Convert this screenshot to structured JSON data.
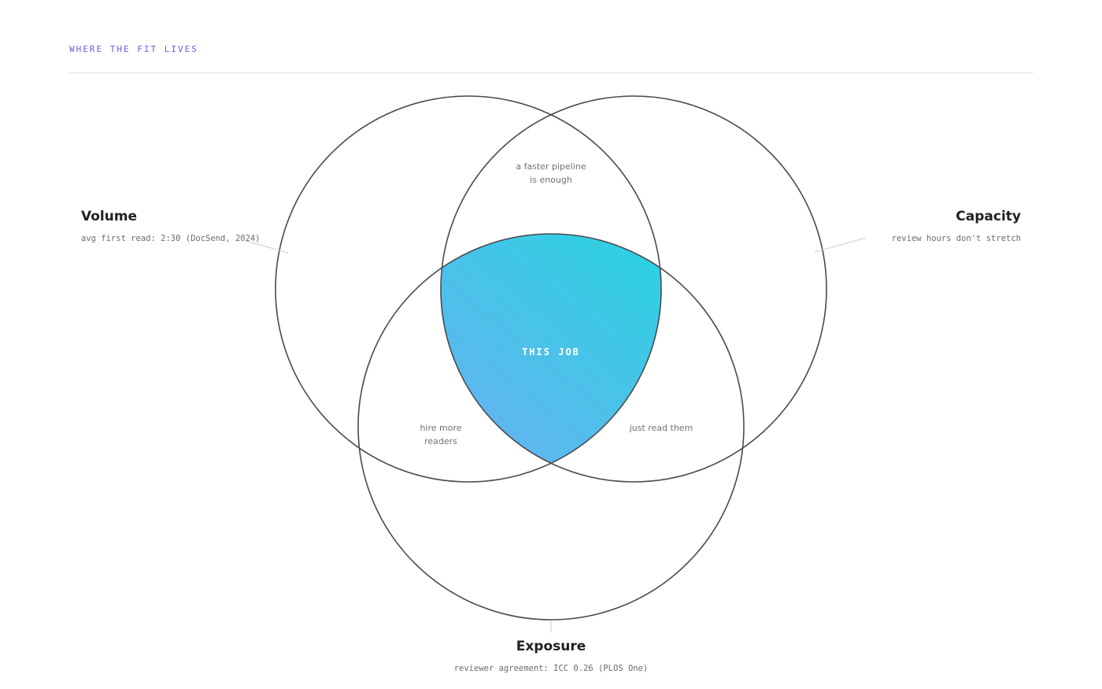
{
  "header": {
    "section_label": "WHERE THE FIT LIVES"
  },
  "sets": {
    "volume": {
      "title": "Volume",
      "note": "avg first read: 2:30 (DocSend, 2024)"
    },
    "capacity": {
      "title": "Capacity",
      "note": "review hours don't stretch"
    },
    "exposure": {
      "title": "Exposure",
      "note": "reviewer agreement: ICC 0.26 (PLOS One)"
    }
  },
  "regions": {
    "volume_capacity": [
      "a faster pipeline",
      "is enough"
    ],
    "volume_exposure": [
      "hire more",
      "readers"
    ],
    "capacity_exposure": [
      "just read them"
    ],
    "center": "THIS JOB"
  },
  "colors": {
    "accent_label": "#6b5ce0",
    "circle_stroke": "#4a4a4f",
    "center_gradient_start": "#2fd0e3",
    "center_gradient_end": "#a79cff"
  }
}
